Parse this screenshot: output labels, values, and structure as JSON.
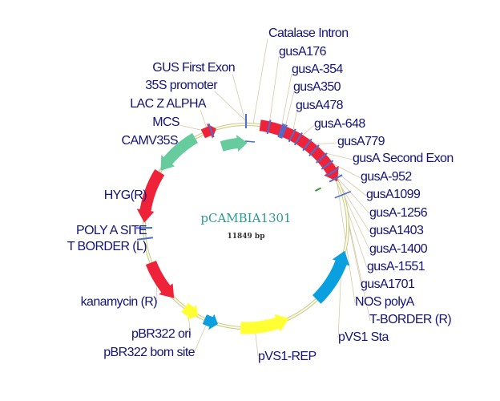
{
  "plasmid": {
    "name": "pCAMBIA1301",
    "size": "11849 bp"
  },
  "colors": {
    "gus": "#ee2238",
    "promoter": "#66cc9e",
    "resistance": "#ee2238",
    "ori": "#ffff33",
    "sta": "#0aa0e0",
    "tick": "#4a6fd0",
    "backbone": "#e6e6b0",
    "label": "#13137a"
  },
  "labels_left": [
    "GUS First Exon",
    "35S promoter",
    "LAC Z ALPHA",
    "MCS",
    "CAMV35S",
    "HYG(R)",
    "POLY A SITE",
    "T BORDER (L)",
    "kanamycin (R)",
    "pBR322 ori",
    "pBR322 bom site"
  ],
  "labels_right": [
    "Catalase Intron",
    "gusA176",
    "gusA-354",
    "gusA350",
    "gusA478",
    "gusA-648",
    "gusA779",
    "gusA Second Exon",
    "gusA-952",
    "gusA1099",
    "gusA-1256",
    "gusA1403",
    "gusA-1400",
    "gusA-1551",
    "gusA1701",
    "NOS polyA",
    "T-BORDER (R)",
    "pVS1 Sta",
    "pVS1-REP"
  ]
}
